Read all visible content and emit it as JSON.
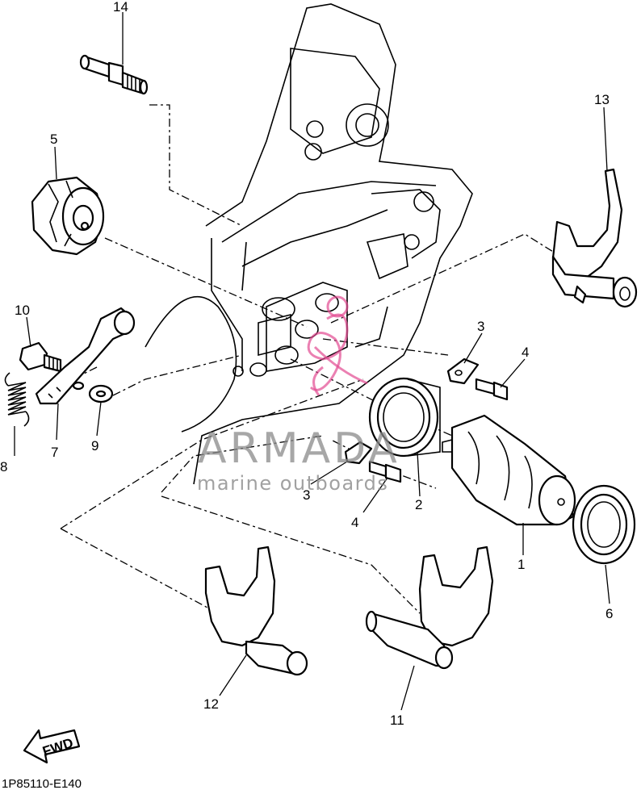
{
  "watermark": {
    "brand": "ARMADA",
    "tagline": "marine outboards",
    "color": "#e24a92"
  },
  "diagram_code": "1P85110-E140",
  "fwd_label": "FWD",
  "callouts": {
    "c1": "1",
    "c2": "2",
    "c3a": "3",
    "c3b": "3",
    "c4a": "4",
    "c4b": "4",
    "c5": "5",
    "c6": "6",
    "c7": "7",
    "c8": "8",
    "c9": "9",
    "c10": "10",
    "c11": "11",
    "c12": "12",
    "c13": "13",
    "c14": "14"
  }
}
